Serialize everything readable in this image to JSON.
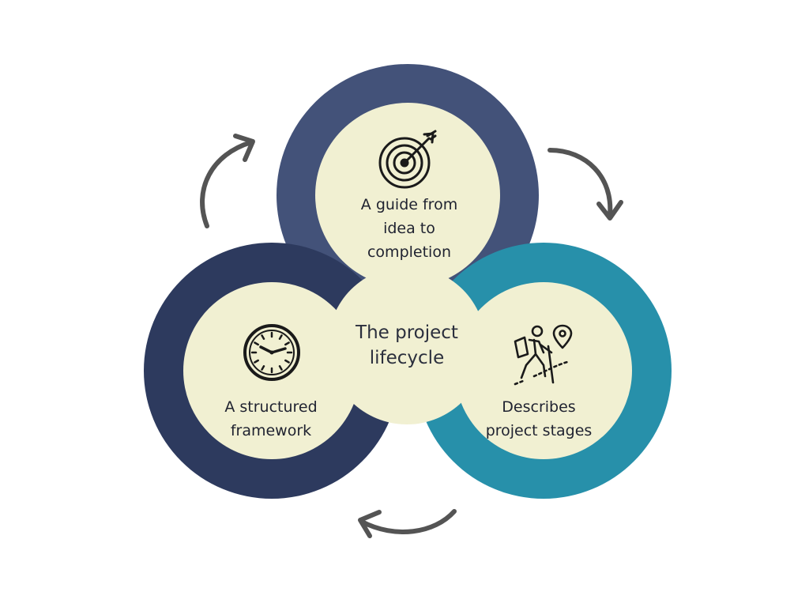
{
  "center": {
    "lines": [
      "The project",
      "lifecycle"
    ]
  },
  "nodes": [
    {
      "id": "top",
      "lines": [
        "A guide from",
        "idea to",
        "completion"
      ],
      "icon": "target-arrow-icon",
      "ring_color": "#435279"
    },
    {
      "id": "left",
      "lines": [
        "A structured",
        "framework"
      ],
      "icon": "clock-icon",
      "ring_color": "#2d3a5e"
    },
    {
      "id": "right",
      "lines": [
        "Describes",
        "project stages"
      ],
      "icon": "hiker-location-icon",
      "ring_color": "#2790aa"
    }
  ],
  "colors": {
    "fill": "#f1f0d2",
    "arrow": "#545454",
    "text": "#1f2230"
  },
  "arrows": [
    "cycle-arrow-top-left-icon",
    "cycle-arrow-top-right-icon",
    "cycle-arrow-bottom-icon"
  ]
}
